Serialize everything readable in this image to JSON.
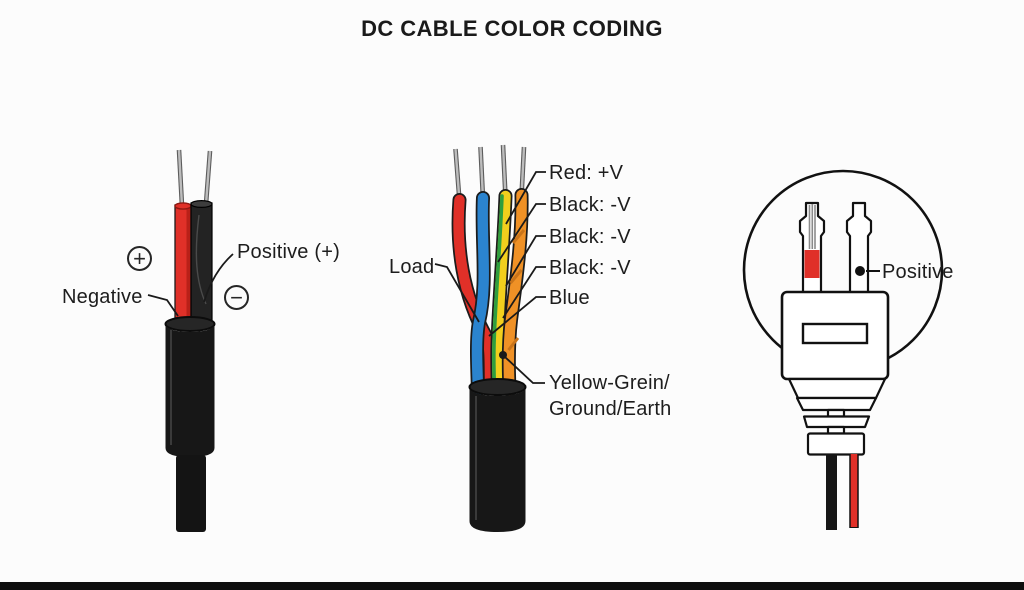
{
  "title": "DC CABLE COLOR CODING",
  "colors": {
    "background": "#fcfcfc",
    "ink": "#1d1d1d",
    "leader_line": "#1a1a1a",
    "bottom_bar": "#0e0e0e",
    "red_wire": "#e03028",
    "red_dark": "#a81f18",
    "black_wire": "#232323",
    "black_wire_top": "#3d3d3d",
    "jacket": "#171717",
    "jacket_rim": "#262626",
    "blue_wire": "#2b84cf",
    "yellow_wire": "#f2cf1d",
    "green_stripe": "#2f9e3f",
    "orange_wire": "#ef9126",
    "orange_stripe": "#c9741a",
    "bare_wire": "#bdbdbd",
    "bare_wire_edge": "#5c5c5c",
    "outline": "#111111"
  },
  "left_figure": {
    "plus_symbol": "+",
    "minus_symbol": "−",
    "positive_label": "Positive (+)",
    "negative_label": "Negative"
  },
  "middle_figure": {
    "load_label": "Load",
    "wire_labels": [
      "Red: +V",
      "Black: -V",
      "Black: -V",
      "Black: -V",
      "Blue"
    ],
    "ground_label_line1": "Yellow-Grein/",
    "ground_label_line2": "Ground/Earth"
  },
  "right_figure": {
    "positive_label": "Positive"
  }
}
